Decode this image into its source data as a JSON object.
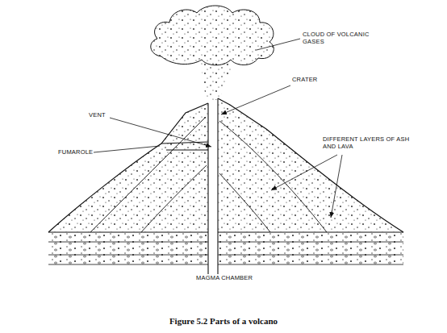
{
  "diagram": {
    "caption": "Figure 5.2 Parts of a volcano",
    "labels": [
      "CLOUD OF VOLCANIC GASES",
      "CRATER",
      "VENT",
      "DIFFERENT LAYERS OF ASH AND LAVA",
      "FUMAROLE",
      "MAGMA CHAMBER"
    ]
  }
}
